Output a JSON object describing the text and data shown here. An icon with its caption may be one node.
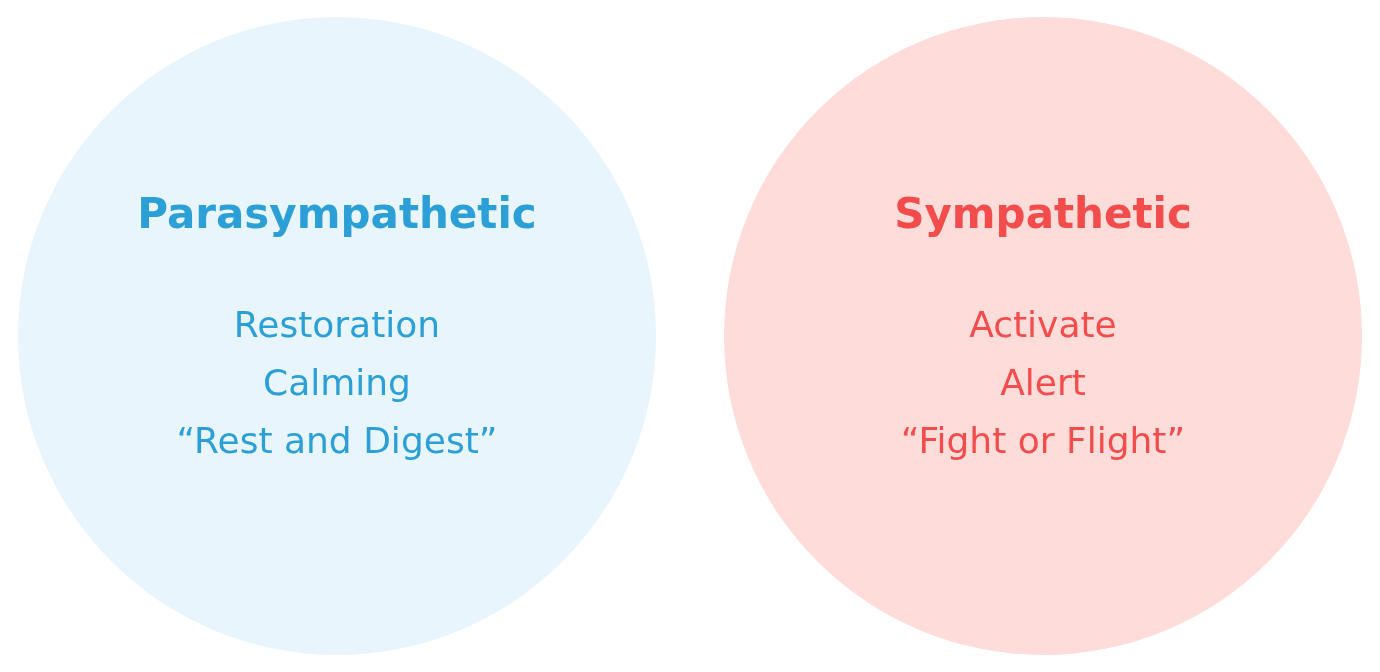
{
  "diagram": {
    "nodes": [
      {
        "text": [
          "Parasympathetic",
          "Restoration",
          "Calming",
          "“Rest and Digest”"
        ]
      },
      {
        "text": [
          "Sympathetic",
          "Activate",
          "Alert",
          "“Fight or Flight”"
        ]
      }
    ],
    "edges": []
  }
}
